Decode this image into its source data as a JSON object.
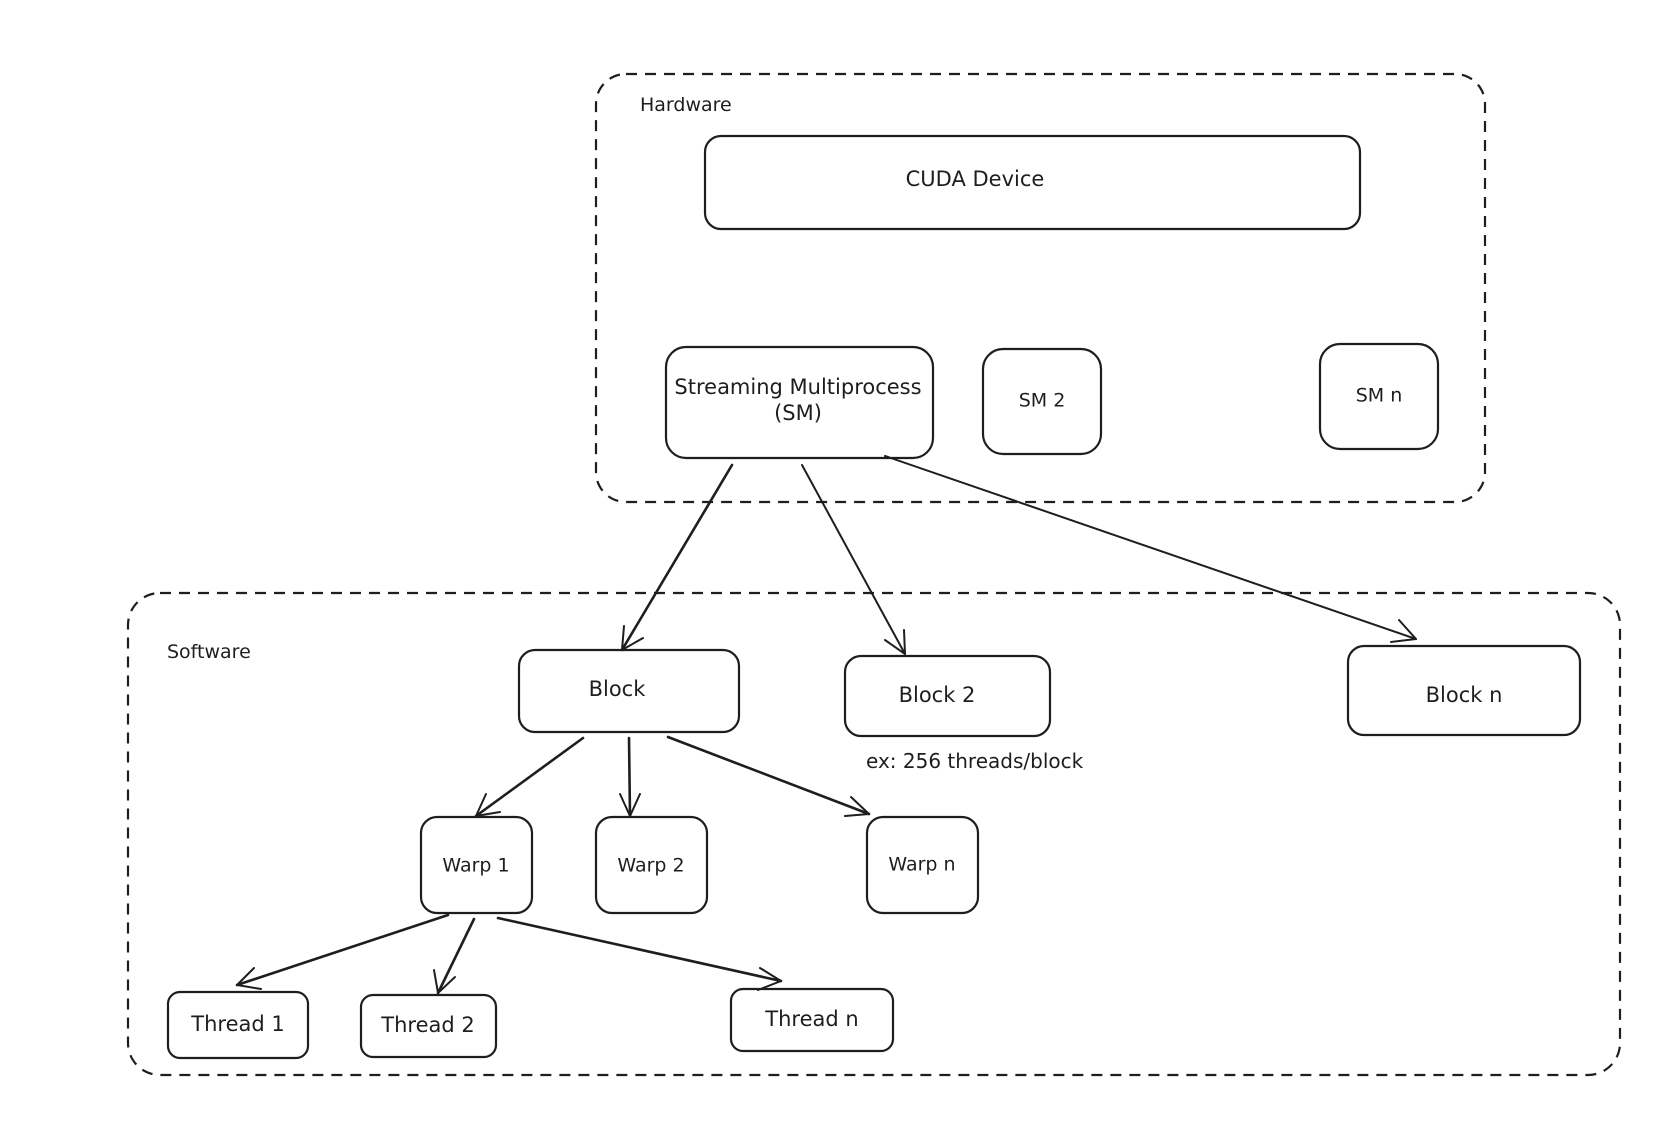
{
  "hardware": {
    "label": "Hardware",
    "device": "CUDA Device",
    "sm_main_line1": "Streaming Multiprocess",
    "sm_main_line2": "(SM)",
    "sm_2": "SM 2",
    "sm_n": "SM n"
  },
  "software": {
    "label": "Software",
    "block": "Block",
    "block_2": "Block 2",
    "block_n": "Block n",
    "note": "ex: 256 threads/block",
    "warp_1": "Warp 1",
    "warp_2": "Warp 2",
    "warp_n": "Warp n",
    "thread_1": "Thread 1",
    "thread_2": "Thread 2",
    "thread_n": "Thread n"
  },
  "colors": {
    "stroke": "#1e1e1e",
    "background": "#ffffff"
  }
}
